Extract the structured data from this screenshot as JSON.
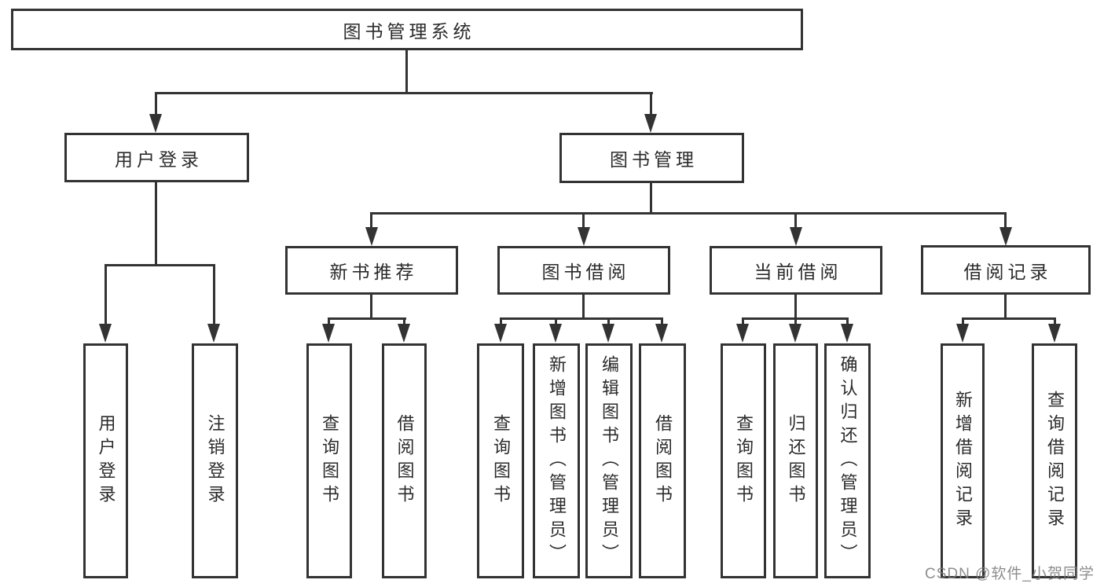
{
  "diagram": {
    "type": "function-tree",
    "watermark": "CSDN @软件_小贺同学",
    "colors": {
      "line": "#333333",
      "border": "#333333",
      "text": "#2b2b2b",
      "box_bg": "#ffffff",
      "watermark": "#7d7d7d"
    },
    "nodes": {
      "root": "图书管理系统",
      "user_login": "用户登录",
      "book_mgmt": "图书管理",
      "leaf_user_login": "用户登录",
      "leaf_logout": "注销登录",
      "new_book_rec": "新书推荐",
      "book_borrow": "图书借阅",
      "current_borrow": "当前借阅",
      "borrow_record": "借阅记录",
      "nbr_query_book": "查询图书",
      "nbr_borrow_book": "借阅图书",
      "bb_query_book": "查询图书",
      "bb_add_book": "新增图书（管理员）",
      "bb_edit_book": "编辑图书（管理员）",
      "bb_borrow_book": "借阅图书",
      "cb_query_book": "查询图书",
      "cb_return_book": "归还图书",
      "cb_confirm_return": "确认归还（管理员）",
      "br_add_record": "新增借阅记录",
      "br_query_record": "查询借阅记录"
    },
    "edges": [
      [
        "root",
        "user_login"
      ],
      [
        "root",
        "book_mgmt"
      ],
      [
        "user_login",
        "leaf_user_login"
      ],
      [
        "user_login",
        "leaf_logout"
      ],
      [
        "book_mgmt",
        "new_book_rec"
      ],
      [
        "book_mgmt",
        "book_borrow"
      ],
      [
        "book_mgmt",
        "current_borrow"
      ],
      [
        "book_mgmt",
        "borrow_record"
      ],
      [
        "new_book_rec",
        "nbr_query_book"
      ],
      [
        "new_book_rec",
        "nbr_borrow_book"
      ],
      [
        "book_borrow",
        "bb_query_book"
      ],
      [
        "book_borrow",
        "bb_add_book"
      ],
      [
        "book_borrow",
        "bb_edit_book"
      ],
      [
        "book_borrow",
        "bb_borrow_book"
      ],
      [
        "current_borrow",
        "cb_query_book"
      ],
      [
        "current_borrow",
        "cb_return_book"
      ],
      [
        "current_borrow",
        "cb_confirm_return"
      ],
      [
        "borrow_record",
        "br_add_record"
      ],
      [
        "borrow_record",
        "br_query_record"
      ]
    ]
  }
}
